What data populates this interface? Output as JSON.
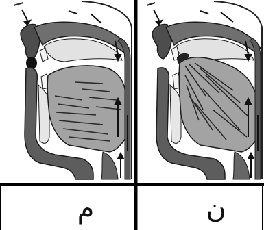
{
  "panels": [
    {
      "id": "left",
      "letter": "م"
    },
    {
      "id": "right",
      "letter": "ن"
    }
  ],
  "colors": {
    "tract_dark": "#5d5d5d",
    "tract_mid": "#6f6f6f",
    "tongue": "#a3a3a3",
    "palate": "#d2d2d2",
    "outline": "#1c1c1c",
    "frame": "#000000",
    "background": "#ffffff"
  }
}
